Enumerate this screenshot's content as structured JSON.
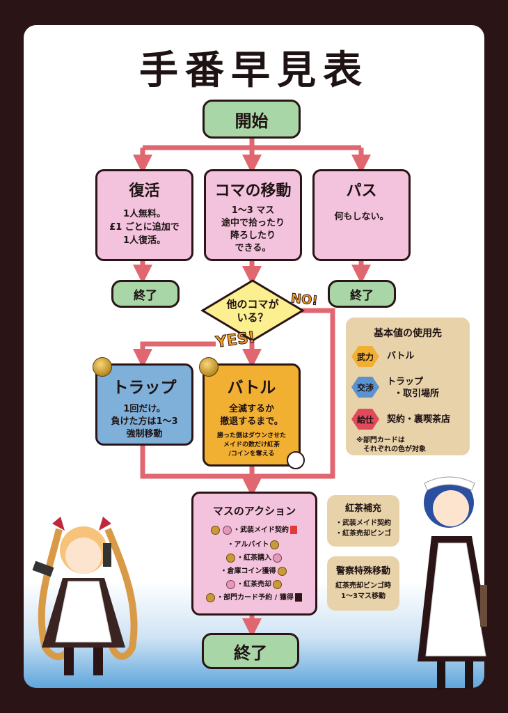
{
  "title": "手番早見表",
  "colors": {
    "arrow": "#e06670",
    "green": "#a9d6a6",
    "pink": "#f3c3dd",
    "blue": "#7fb0d9",
    "orange": "#f2b033",
    "beige": "#e8d2a9"
  },
  "start": "開始",
  "choices": [
    {
      "heading": "復活",
      "text": [
        "1人無料。",
        "£1 ごとに追加で",
        "1人復活。"
      ],
      "end": "終了"
    },
    {
      "heading": "コマの移動",
      "text": [
        "1～3 マス",
        "途中で拾ったり",
        "降ろしたり",
        "できる。"
      ]
    },
    {
      "heading": "パス",
      "text": [
        "何もしない。"
      ],
      "end": "終了"
    }
  ],
  "decision": {
    "text": [
      "他のコマが",
      "いる？"
    ],
    "yes": "YES!",
    "no": "NO!"
  },
  "trap": {
    "heading": "トラップ",
    "text": [
      "1回だけ。",
      "負けた方は1～3",
      "強制移動"
    ]
  },
  "battle": {
    "heading": "バトル",
    "text": [
      "全滅するか",
      "撤退するまで。"
    ],
    "note": [
      "勝った側はダウンさせた",
      "メイドの数だけ紅茶",
      "/コインを奪える"
    ]
  },
  "legend": {
    "title": "基本値の使用先",
    "items": [
      {
        "chip": "武力",
        "color": "#f2b033",
        "text": [
          "バトル"
        ]
      },
      {
        "chip": "交渉",
        "color": "#5b93cf",
        "text": [
          "トラップ",
          "・取引場所"
        ]
      },
      {
        "chip": "給仕",
        "color": "#e04a5a",
        "text": [
          "契約・裏喫茶店"
        ]
      }
    ],
    "note": [
      "※部門カードは",
      "それぞれの色が対象"
    ]
  },
  "actions": {
    "heading": "マスのアクション",
    "items": [
      "・武装メイド契約",
      "・アルバイト",
      "・紅茶購入",
      "・倉庫コイン獲得",
      "・紅茶売却",
      "・部門カード予約 / 獲得"
    ]
  },
  "tea": {
    "heading": "紅茶補充",
    "items": [
      "・武装メイド契約",
      "・紅茶売却ビンゴ"
    ]
  },
  "police": {
    "heading": "警察特殊移動",
    "items": [
      "紅茶売却ビンゴ時",
      "1～3マス移動"
    ]
  },
  "end": "終了"
}
